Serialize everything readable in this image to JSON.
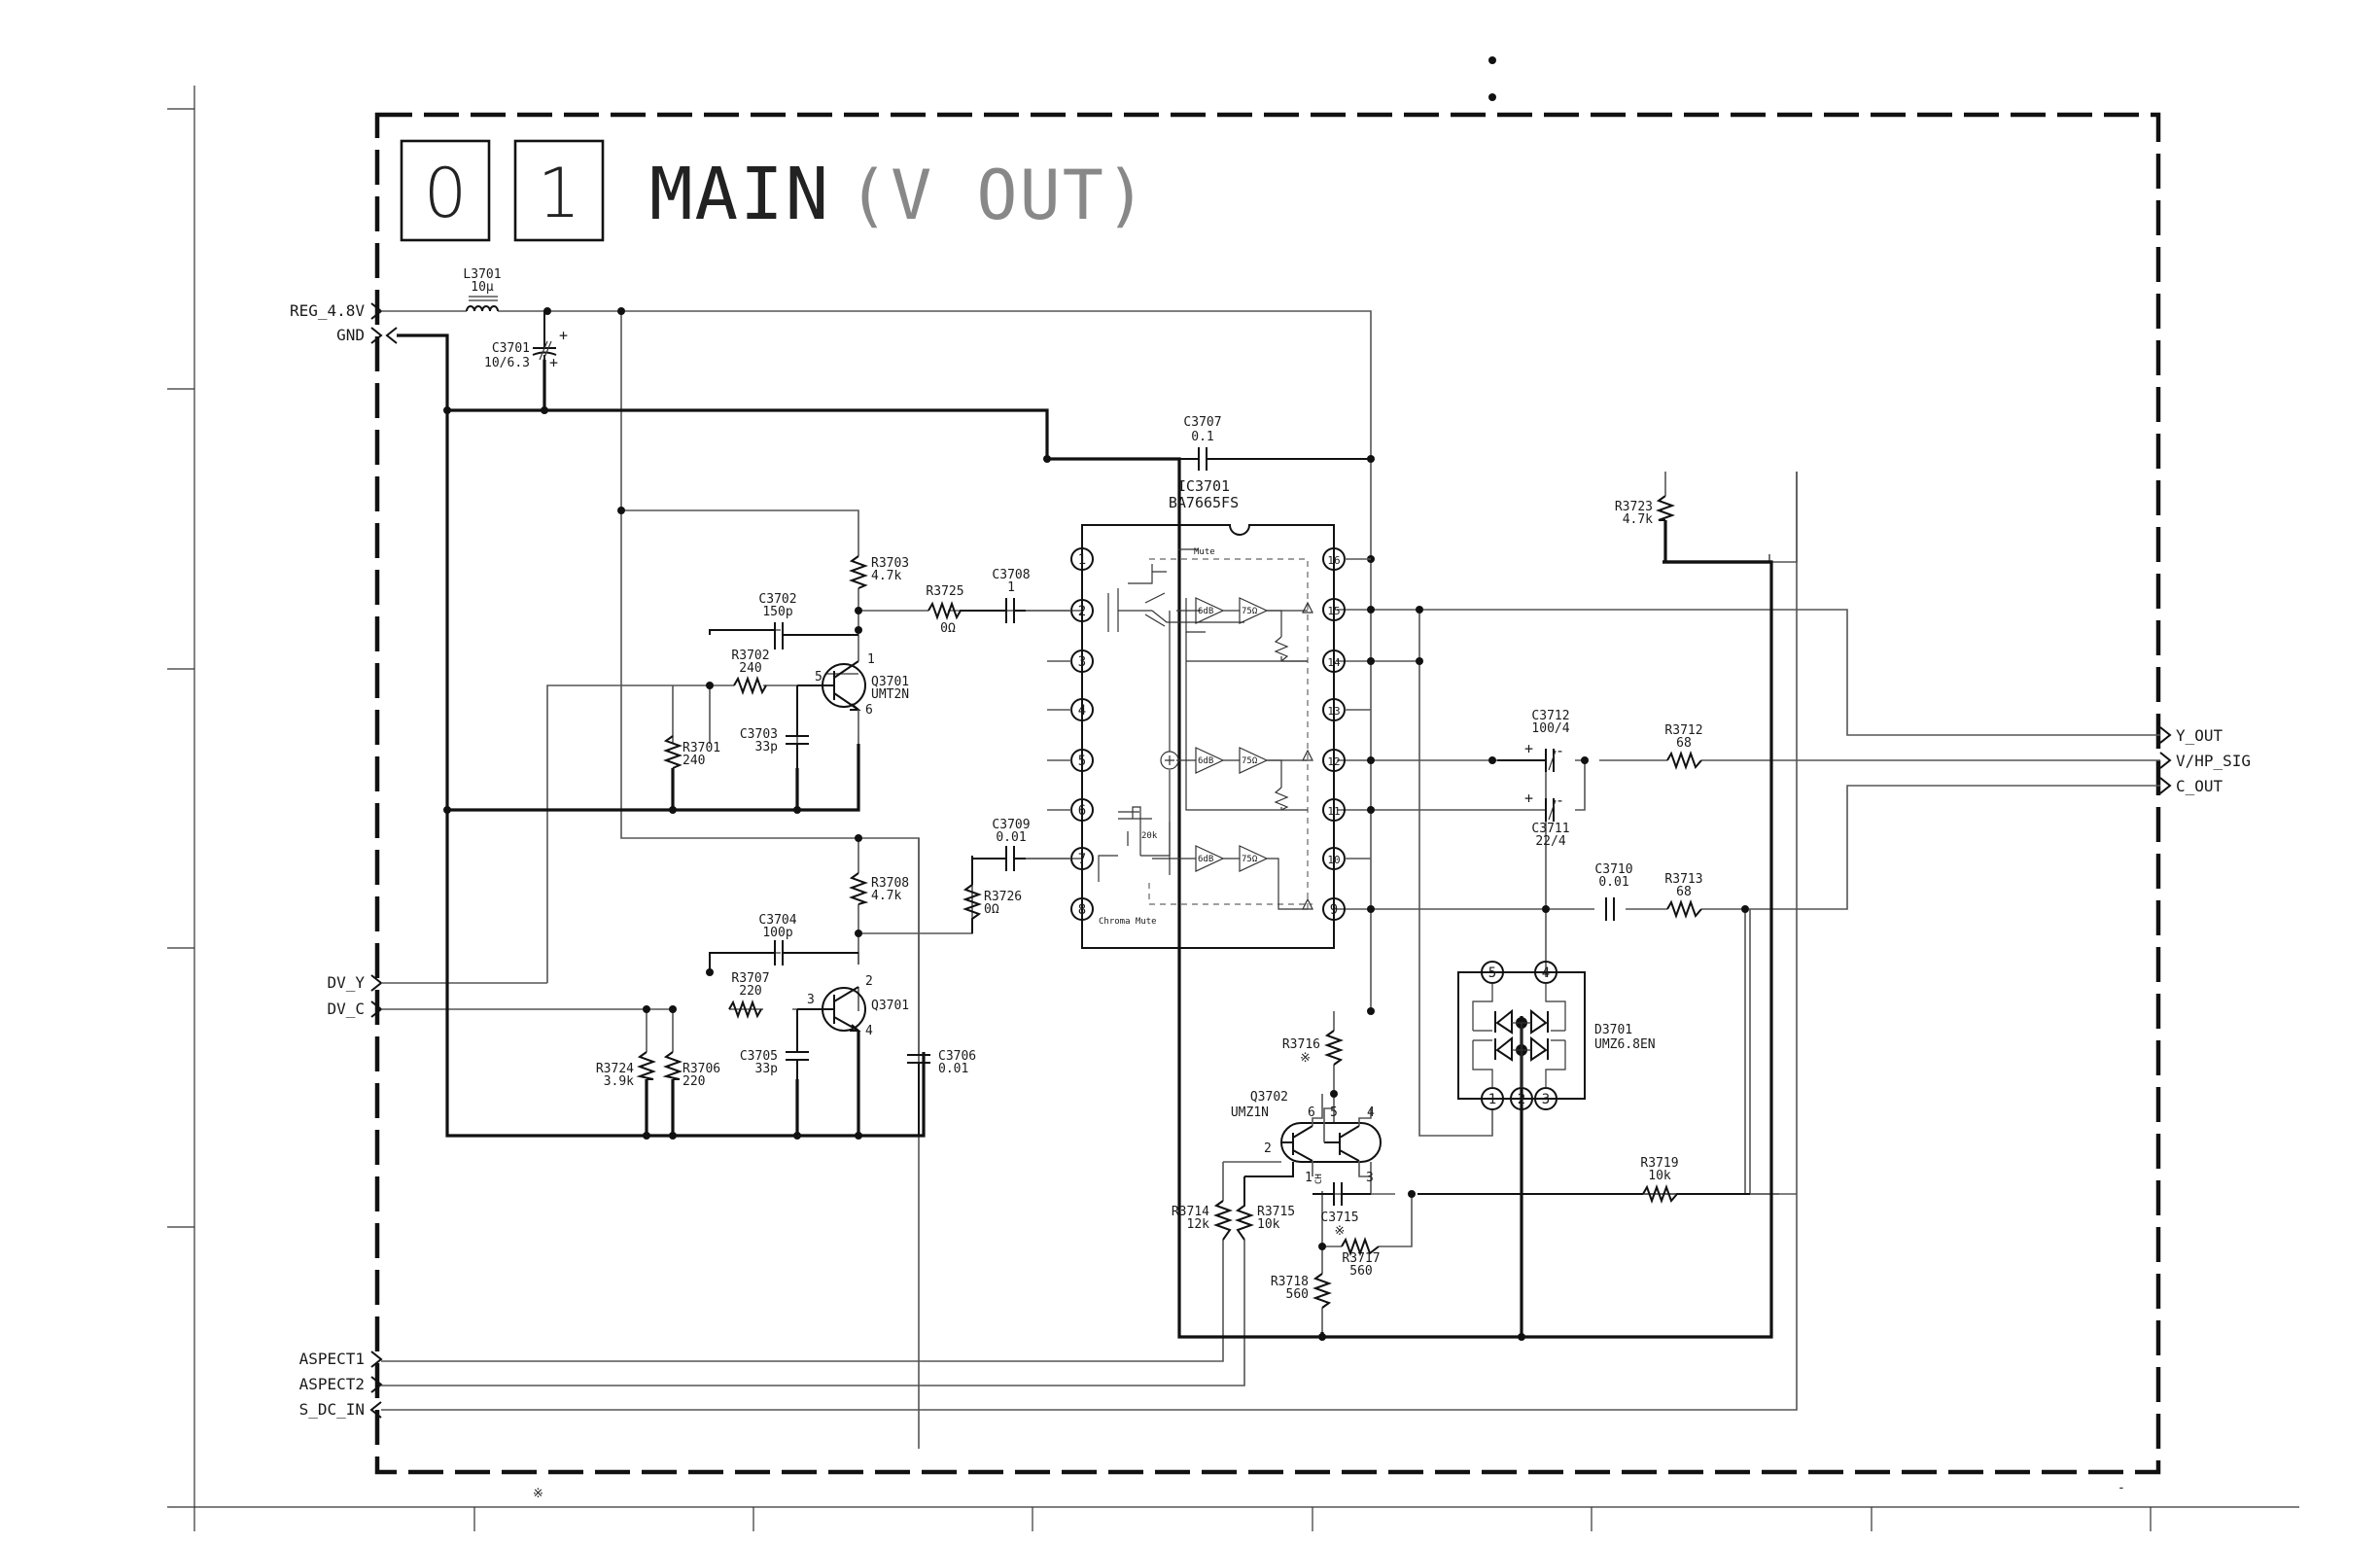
{
  "title": {
    "box1": "0",
    "box2": "1",
    "main": "MAIN",
    "sub": "(V OUT)"
  },
  "inputs": {
    "reg": "REG_4.8V",
    "gnd": "GND",
    "dv_y": "DV_Y",
    "dv_c": "DV_C",
    "aspect1": "ASPECT1",
    "aspect2": "ASPECT2",
    "s_dc_in": "S_DC_IN"
  },
  "outputs": {
    "y_out": "Y_OUT",
    "v_hp_sig": "V/HP_SIG",
    "c_out": "C_OUT"
  },
  "ic": {
    "ref": "IC3701",
    "part": "BA7665FS",
    "mute": "Mute",
    "chroma_mute": "Chroma Mute",
    "r20k": "20k",
    "amp_a": "6dB",
    "amp_b": "75Ω",
    "pins_left": [
      "1",
      "2",
      "3",
      "4",
      "5",
      "6",
      "7",
      "8"
    ],
    "pins_right": [
      "16",
      "15",
      "14",
      "13",
      "12",
      "11",
      "10",
      "9"
    ]
  },
  "components": {
    "l3701": {
      "ref": "L3701",
      "val": "10μ"
    },
    "c3701": {
      "ref": "C3701",
      "val": "10/6.3"
    },
    "c3707": {
      "ref": "C3707",
      "val": "0.1"
    },
    "r3703": {
      "ref": "R3703",
      "val": "4.7k"
    },
    "c3702": {
      "ref": "C3702",
      "val": "150p"
    },
    "r3725": {
      "ref": "R3725",
      "val": "0Ω"
    },
    "c3708": {
      "ref": "C3708",
      "val": "1"
    },
    "r3702": {
      "ref": "R3702",
      "val": "240"
    },
    "q3701a": {
      "ref": "Q3701",
      "val": "UMT2N"
    },
    "r3701": {
      "ref": "R3701",
      "val": "240"
    },
    "c3703": {
      "ref": "C3703",
      "val": "33p"
    },
    "c3709": {
      "ref": "C3709",
      "val": "0.01"
    },
    "r3708": {
      "ref": "R3708",
      "val": "4.7k"
    },
    "r3726": {
      "ref": "R3726",
      "val": "0Ω"
    },
    "c3704": {
      "ref": "C3704",
      "val": "100p"
    },
    "r3707": {
      "ref": "R3707",
      "val": "220"
    },
    "q3701b": {
      "ref": "Q3701"
    },
    "r3724": {
      "ref": "R3724",
      "val": "3.9k"
    },
    "r3706": {
      "ref": "R3706",
      "val": "220"
    },
    "c3705": {
      "ref": "C3705",
      "val": "33p"
    },
    "c3706": {
      "ref": "C3706",
      "val": "0.01"
    },
    "r3723": {
      "ref": "R3723",
      "val": "4.7k"
    },
    "c3712": {
      "ref": "C3712",
      "val": "100/4"
    },
    "r3712": {
      "ref": "R3712",
      "val": "68"
    },
    "c3711": {
      "ref": "C3711",
      "val": "22/4"
    },
    "c3710": {
      "ref": "C3710",
      "val": "0.01"
    },
    "r3713": {
      "ref": "R3713",
      "val": "68"
    },
    "d3701": {
      "ref": "D3701",
      "val": "UMZ6.8EN"
    },
    "r3716": {
      "ref": "R3716",
      "val": "※"
    },
    "q3702": {
      "ref": "Q3702",
      "val": "UMZ1N"
    },
    "r3719": {
      "ref": "R3719",
      "val": "10k"
    },
    "r3714": {
      "ref": "R3714",
      "val": "12k"
    },
    "r3715": {
      "ref": "R3715",
      "val": "10k"
    },
    "c3715": {
      "ref": "C3715",
      "val": "※"
    },
    "r3717": {
      "ref": "R3717",
      "val": "560"
    },
    "r3718": {
      "ref": "R3718",
      "val": "560"
    }
  },
  "pin_numbers": {
    "q3701a": [
      "1",
      "5",
      "6"
    ],
    "q3701b": [
      "2",
      "3",
      "4"
    ],
    "q3702": [
      "6",
      "5",
      "4",
      "2",
      "1",
      "3"
    ],
    "d3701": [
      "5",
      "4",
      "1",
      "2",
      "3"
    ],
    "c3715_pol": "CH"
  },
  "footer": {
    "note": "※",
    "dash": "-"
  }
}
